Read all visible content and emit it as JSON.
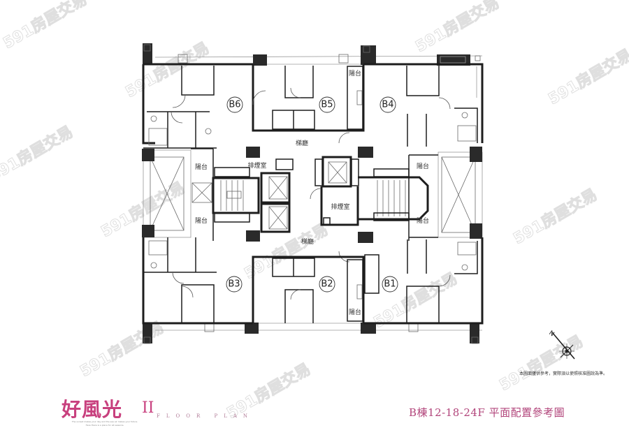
{
  "watermark": {
    "text": "591房屋交易"
  },
  "plan": {
    "units": [
      {
        "id": "B6",
        "label": "B6"
      },
      {
        "id": "B5",
        "label": "B5"
      },
      {
        "id": "B4",
        "label": "B4"
      },
      {
        "id": "B3",
        "label": "B3"
      },
      {
        "id": "B2",
        "label": "B2"
      },
      {
        "id": "B1",
        "label": "B1"
      }
    ],
    "rooms": {
      "lobby_top": "梯廳",
      "lobby_bottom": "梯廳",
      "smoke_room_left": "排煙室",
      "smoke_room_center": "排煙室",
      "balcony_b5": "陽台",
      "balcony_left_top": "陽台",
      "balcony_left_bottom": "陽台",
      "balcony_right_top": "陽台",
      "balcony_right_bottom": "陽台",
      "balcony_b2": "陽台"
    }
  },
  "compass": {
    "north_label": "N"
  },
  "disclaimer": "本圖面僅供參考，實際須以使照核准圖說為準。",
  "branding": {
    "logo": "好風光",
    "logo_suffix": "II",
    "subtitle": "FLOOR PLAN",
    "tagline_line1": "The sunset makes your day and the sea air makes your future.",
    "tagline_line2": "Here there is a place for all seasons."
  },
  "caption": "B棟12-18-24F 平面配置參考圖",
  "colors": {
    "brand_pink": "#c8407e",
    "caption_pink": "#b2457b",
    "wall": "#1d1d1d"
  }
}
